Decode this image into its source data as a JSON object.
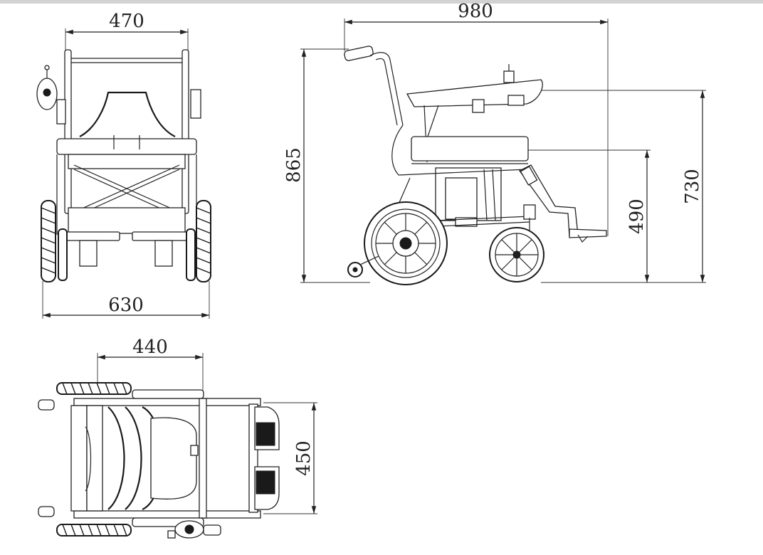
{
  "dimensions": {
    "front_overall_width": "470",
    "front_wheel_width": "630",
    "side_overall_length": "980",
    "side_overall_height": "865",
    "side_armrest_height": "730",
    "side_seat_height": "490",
    "top_seat_width": "440",
    "top_folded_depth": "450"
  },
  "colors": {
    "line": "#222222",
    "background": "#ffffff",
    "topbar": "#d2d2d2"
  }
}
